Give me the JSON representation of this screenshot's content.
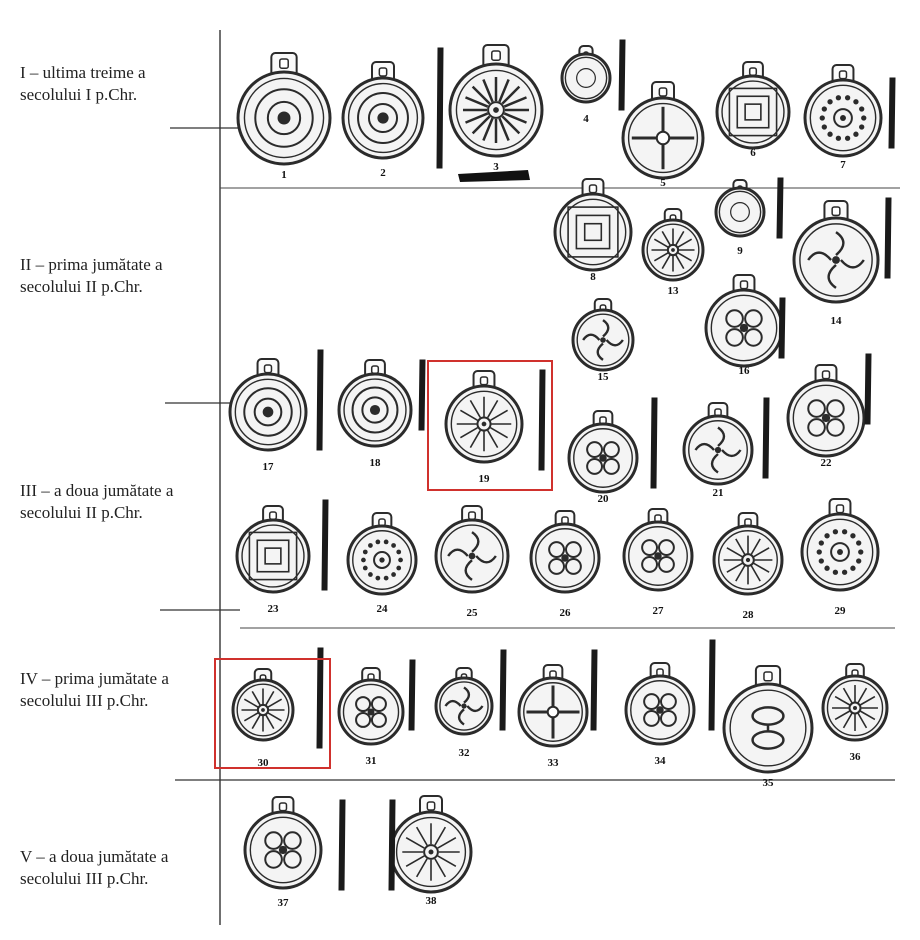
{
  "periods": [
    {
      "line1": "I – ultima treime a",
      "line2": "secolului I p.Chr."
    },
    {
      "line1": "II – prima jumătate a",
      "line2": "secolului II p.Chr."
    },
    {
      "line1": "III – a doua jumătate a",
      "line2": "secolului II p.Chr."
    },
    {
      "line1": "IV – prima jumătate a",
      "line2": "secolului III p.Chr."
    },
    {
      "line1": "V – a doua jumătate a",
      "line2": "secolului III p.Chr."
    }
  ],
  "items": [
    "1",
    "2",
    "3",
    "4",
    "5",
    "6",
    "7",
    "8",
    "9",
    "13",
    "14",
    "15",
    "16",
    "17",
    "18",
    "19",
    "20",
    "21",
    "22",
    "23",
    "24",
    "25",
    "26",
    "27",
    "28",
    "29",
    "30",
    "31",
    "32",
    "33",
    "34",
    "35",
    "36",
    "37",
    "38"
  ],
  "highlighted": [
    "19",
    "30"
  ],
  "colors": {
    "highlight": "#d0312d",
    "ink": "#2b2b2b"
  }
}
